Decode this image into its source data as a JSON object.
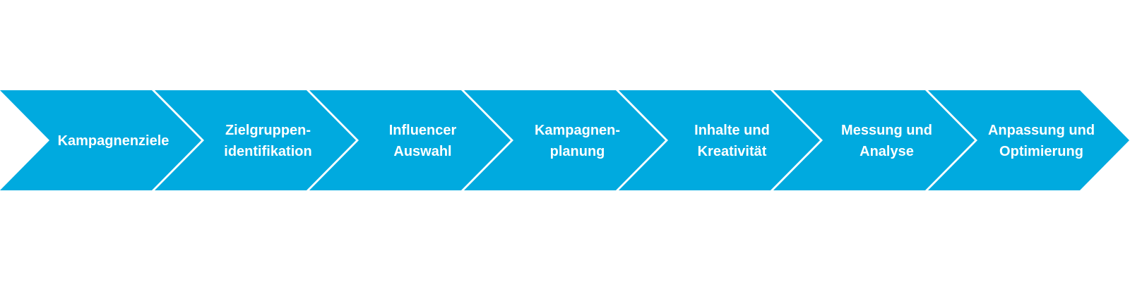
{
  "diagram": {
    "fill_color": "#00aadf",
    "gap_color": "#ffffff",
    "steps": [
      {
        "lines": [
          "Kampagnenziele"
        ]
      },
      {
        "lines": [
          "Zielgruppen-",
          "identifikation"
        ]
      },
      {
        "lines": [
          "Influencer",
          "Auswahl"
        ]
      },
      {
        "lines": [
          "Kampagnen-",
          "planung"
        ]
      },
      {
        "lines": [
          "Inhalte und",
          "Kreativität"
        ]
      },
      {
        "lines": [
          "Messung und",
          "Analyse"
        ]
      },
      {
        "lines": [
          "Anpassung und",
          "Optimierung"
        ]
      }
    ]
  }
}
